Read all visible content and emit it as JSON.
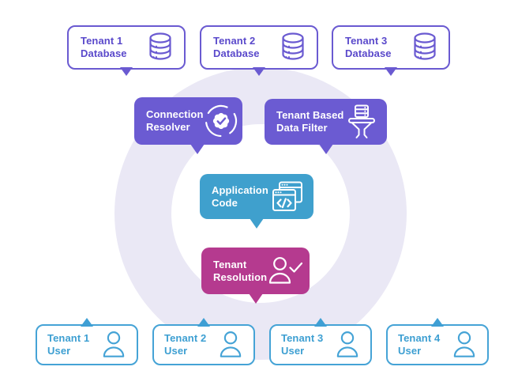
{
  "databases": [
    {
      "line1": "Tenant 1",
      "line2": "Database"
    },
    {
      "line1": "Tenant 2",
      "line2": "Database"
    },
    {
      "line1": "Tenant 3",
      "line2": "Database"
    }
  ],
  "middleware": {
    "connection_resolver": {
      "line1": "Connection",
      "line2": "Resolver"
    },
    "data_filter": {
      "line1": "Tenant Based",
      "line2": "Data Filter"
    }
  },
  "application": {
    "line1": "Application",
    "line2": "Code",
    "code_glyph": "</>"
  },
  "tenant_resolution": {
    "line1": "Tenant",
    "line2": "Resolution"
  },
  "users": [
    {
      "line1": "Tenant 1",
      "line2": "User"
    },
    {
      "line1": "Tenant 2",
      "line2": "User"
    },
    {
      "line1": "Tenant 3",
      "line2": "User"
    },
    {
      "line1": "Tenant 4",
      "line2": "User"
    }
  ],
  "icons": {
    "database": "database-cylinder",
    "connection_resolver": "sync-arrows-badge-check",
    "data_filter": "server-funnel",
    "application": "code-browser-windows",
    "tenant_resolution": "user-check",
    "user": "person-outline"
  },
  "colors": {
    "purple_fill": "#6b5bd2",
    "blue_fill": "#3fa0cd",
    "magenta_fill": "#b53a8f",
    "purple_outline": "#6a5ad1",
    "blue_outline": "#45a3d6",
    "ring": "#eae8f5",
    "background": "#ffffff"
  }
}
